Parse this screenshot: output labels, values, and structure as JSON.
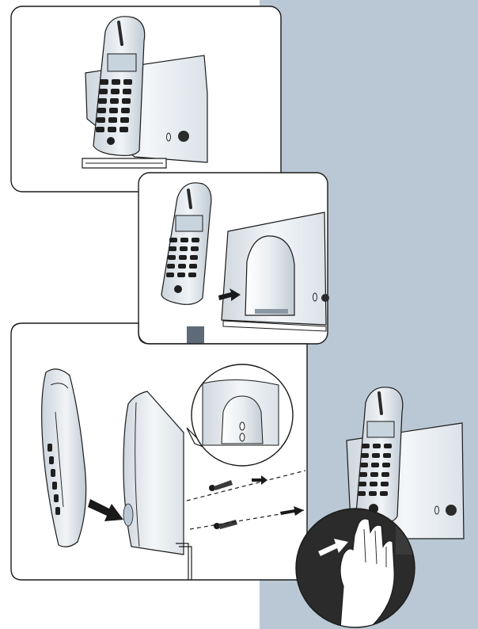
{
  "colors": {
    "background_panel": "#b9c8d4",
    "arrow_fill": "#1a1a1a",
    "down_arrow_fill": "#5d6b78",
    "handset_body": "#e6eaee",
    "handset_screen": "#c7d3dd",
    "base_gradient_light": "#f4f6f8",
    "base_gradient_dark": "#cfd7de",
    "hand_circle": "#2b2b2b"
  },
  "icons": {
    "handset_icon": "cordless-phone-handset",
    "base_icon": "charging-base-with-back-plate",
    "screw_icon": "wall-screw",
    "hand_icon": "hand-pressing",
    "arrow_icon": "right-arrow",
    "down_arrow_icon": "down-arrow",
    "magnifier_icon": "detail-callout"
  }
}
